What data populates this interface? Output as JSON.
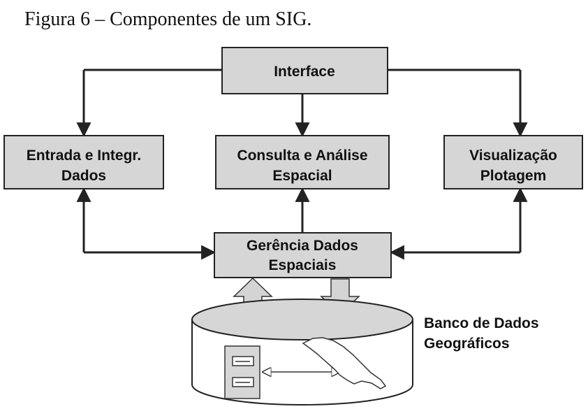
{
  "caption": "Figura 6 – Componentes de um SIG.",
  "boxes": {
    "interface": [
      "Interface"
    ],
    "entrada": [
      "Entrada e Integr.",
      "Dados"
    ],
    "consulta": [
      "Consulta e Análise",
      "Espacial"
    ],
    "visualizacao": [
      "Visualização",
      "Plotagem"
    ],
    "gerencia": [
      "Gerência Dados",
      "Espaciais"
    ]
  },
  "database": [
    "Banco de Dados",
    "Geográficos"
  ]
}
